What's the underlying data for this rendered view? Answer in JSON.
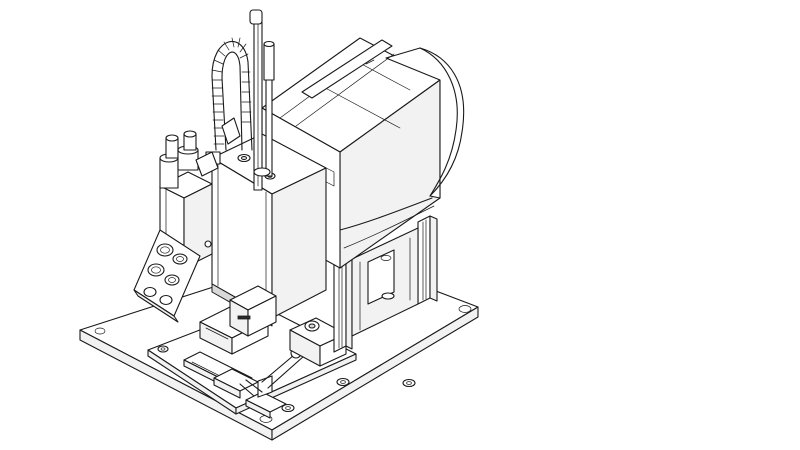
{
  "drawing": {
    "background": "#ffffff",
    "line_color": "#1a1a1a",
    "icons": [
      "machine-drawing",
      "cable-chain",
      "stepper-motor",
      "aluminium-profile",
      "toggle-clamp",
      "control-panel"
    ]
  }
}
